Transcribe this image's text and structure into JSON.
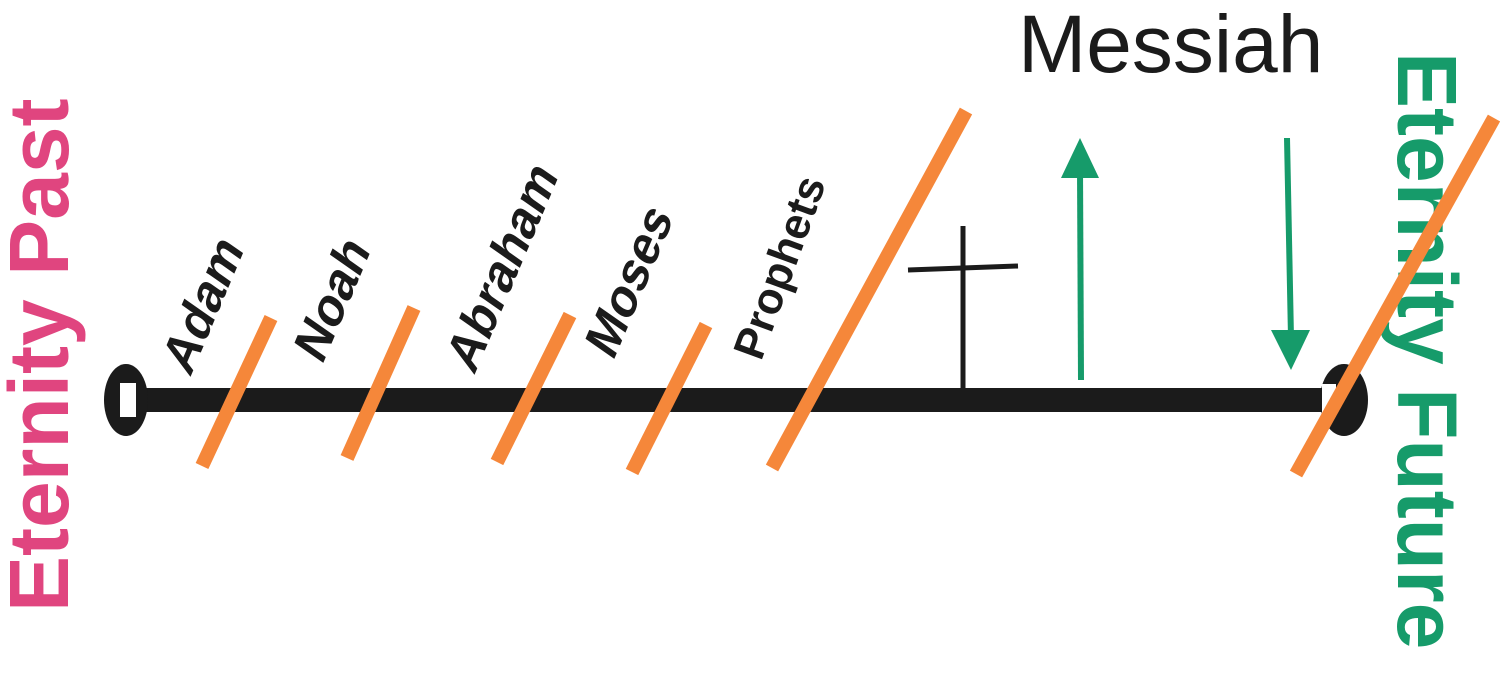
{
  "colors": {
    "past": "#e0457f",
    "future": "#169b6a",
    "slash": "#f5873a",
    "line": "#1b1b1b",
    "text": "#1b1b1b"
  },
  "labels": {
    "eternity_past": "Eternity Past",
    "eternity_future": "Eternity Future",
    "messiah": "Messiah"
  },
  "eras": [
    {
      "name": "Adam"
    },
    {
      "name": "Noah"
    },
    {
      "name": "Abraham"
    },
    {
      "name": "Moses"
    },
    {
      "name": "Prophets"
    }
  ],
  "icons": {
    "cross": "cross-icon",
    "arrow_up": "arrow-up-icon",
    "arrow_down": "arrow-down-icon"
  }
}
